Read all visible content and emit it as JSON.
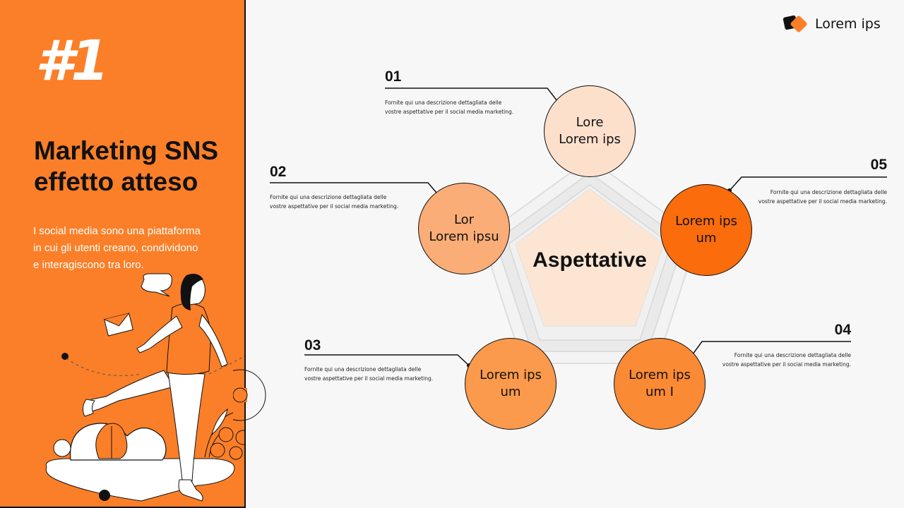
{
  "slide": {
    "number": "#1",
    "title_lines": [
      "Marketing SNS",
      "effetto atteso"
    ],
    "description_lines": [
      "I social media sono una piattaforma",
      "in cui gli utenti creano, condividono",
      "e interagiscono tra loro."
    ]
  },
  "brand": {
    "name": "Lorem ips",
    "icon": "brand-logo-icon"
  },
  "diagram": {
    "center_label": "Aspettative",
    "nodes": [
      {
        "number": "01",
        "lines": [
          "Lore",
          "Lorem ips"
        ],
        "description_lines": [
          "Fornite qui una descrizione dettagliata delle",
          "vostre aspettative per il social media marketing."
        ],
        "color": "#fde0cc"
      },
      {
        "number": "02",
        "lines": [
          "Lor",
          "Lorem ipsu"
        ],
        "description_lines": [
          "Fornite qui una descrizione dettagliata delle",
          "vostre aspettative per il social media marketing."
        ],
        "color": "#fbad77"
      },
      {
        "number": "03",
        "lines": [
          "Lorem ips",
          "um"
        ],
        "description_lines": [
          "Fornite qui una descrizione dettagliata delle",
          "vostre aspettative per il social media marketing."
        ],
        "color": "#fb9a4c"
      },
      {
        "number": "04",
        "lines": [
          "Lorem ips",
          "um I"
        ],
        "description_lines": [
          "Fornite qui una descrizione dettagliata delle",
          "vostre aspettative per il social media marketing."
        ],
        "color": "#fb8a34"
      },
      {
        "number": "05",
        "lines": [
          "Lorem ips",
          "um"
        ],
        "description_lines": [
          "Fornite qui una descrizione dettagliata delle",
          "vostre aspettative per il social media marketing."
        ],
        "color": "#fb6c0c"
      }
    ]
  },
  "colors": {
    "accent": "#fb7f28",
    "center_fill": "#fde5d4",
    "ring": "#e8e8e8"
  }
}
